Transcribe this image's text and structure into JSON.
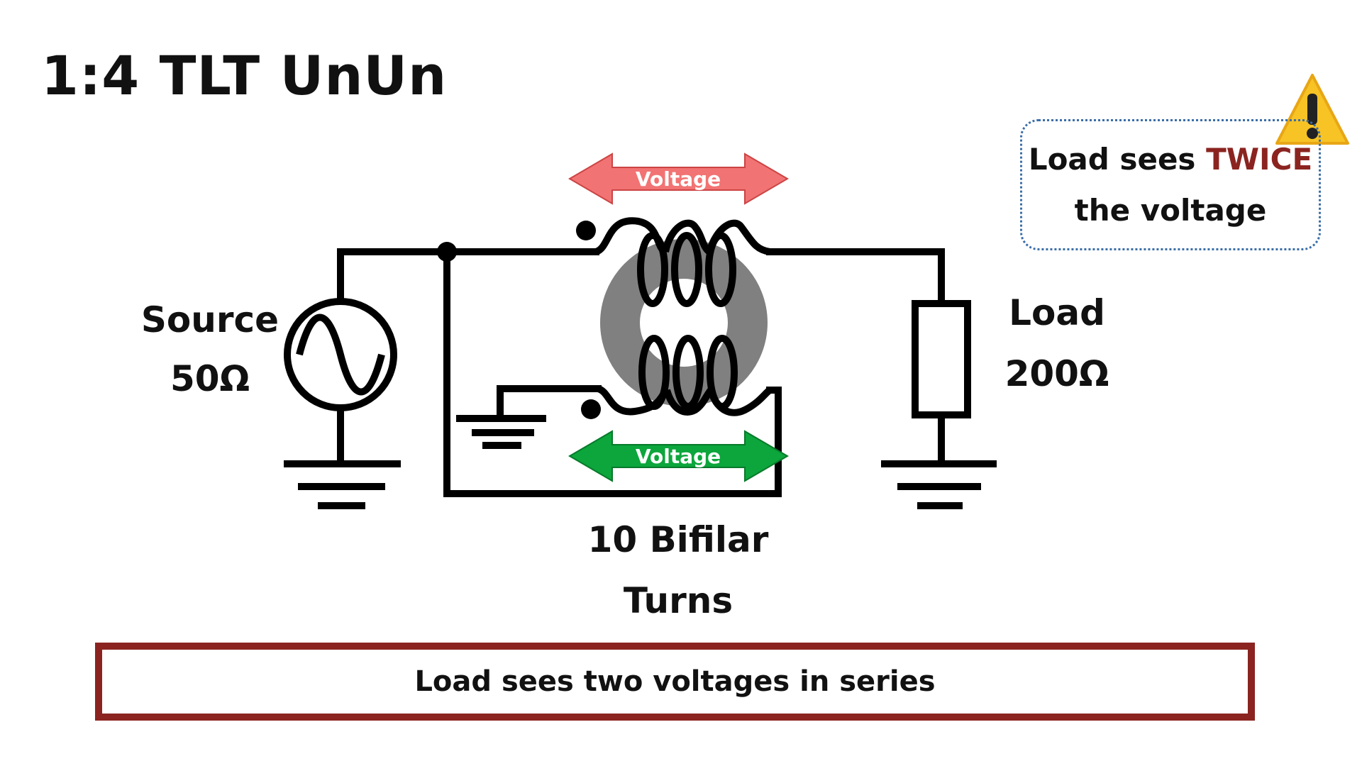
{
  "title": "1:4 TLT UnUn",
  "callout": {
    "line1": "Load sees ",
    "emphasis": "TWICE",
    "line2": "the voltage",
    "icon": "warning-icon"
  },
  "source": {
    "name": "Source",
    "impedance": "50Ω"
  },
  "load": {
    "name": "Load",
    "impedance": "200Ω"
  },
  "transformer": {
    "line1": "10 Bifilar",
    "line2": "Turns"
  },
  "arrows": {
    "top_label": "Voltage",
    "bottom_label": "Voltage",
    "top_color": "#f27373",
    "bottom_color": "#0ca63c"
  },
  "banner": "Load sees two voltages in series",
  "colors": {
    "emphasis": "#8b2420",
    "core": "#808080",
    "callout_border": "#3b6ea8"
  }
}
